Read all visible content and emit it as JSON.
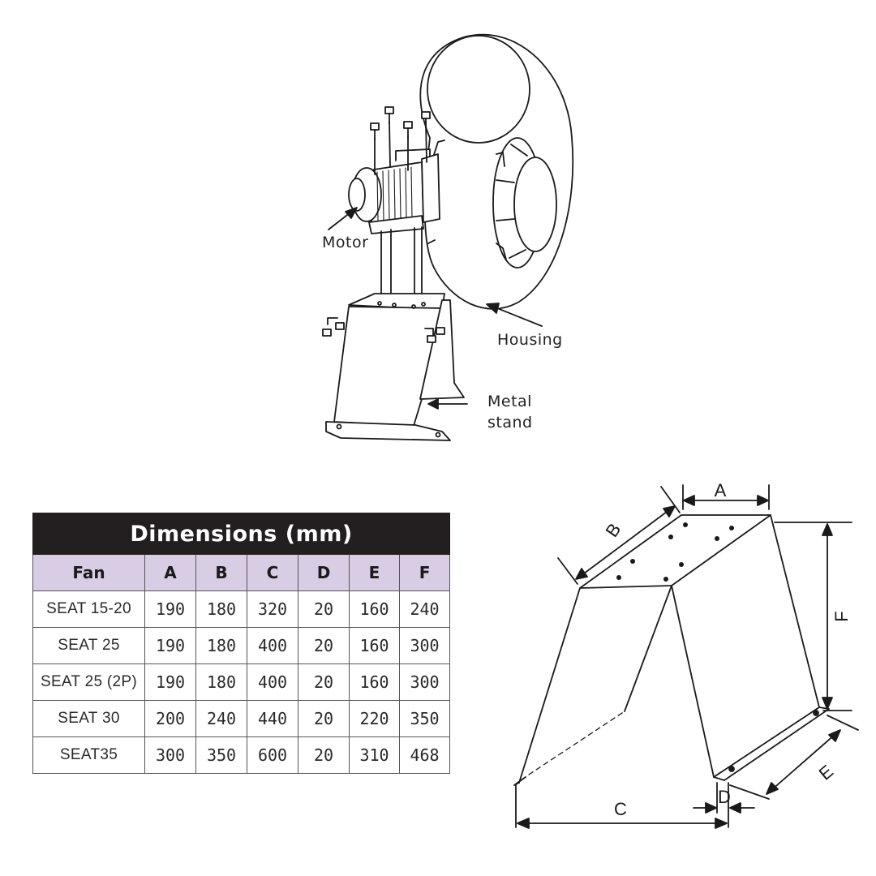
{
  "assembly": {
    "labels": {
      "motor": "Motor",
      "housing": "Housing",
      "metal_stand_line1": "Metal",
      "metal_stand_line2": "stand"
    }
  },
  "table": {
    "title": "Dimensions (mm)",
    "headers": [
      "Fan",
      "A",
      "B",
      "C",
      "D",
      "E",
      "F"
    ],
    "rows": [
      [
        "SEAT 15-20",
        "190",
        "180",
        "320",
        "20",
        "160",
        "240"
      ],
      [
        "SEAT 25",
        "190",
        "180",
        "400",
        "20",
        "160",
        "300"
      ],
      [
        "SEAT 25 (2P)",
        "190",
        "180",
        "400",
        "20",
        "160",
        "300"
      ],
      [
        "SEAT 30",
        "200",
        "240",
        "440",
        "20",
        "220",
        "350"
      ],
      [
        "SEAT35",
        "300",
        "350",
        "600",
        "20",
        "310",
        "468"
      ]
    ],
    "colors": {
      "title_bg": "#231f20",
      "header_bg": "#d8cde4"
    }
  },
  "stand_diagram": {
    "labels": {
      "A": "A",
      "B": "B",
      "C": "C",
      "D": "D",
      "E": "E",
      "F": "F"
    }
  }
}
